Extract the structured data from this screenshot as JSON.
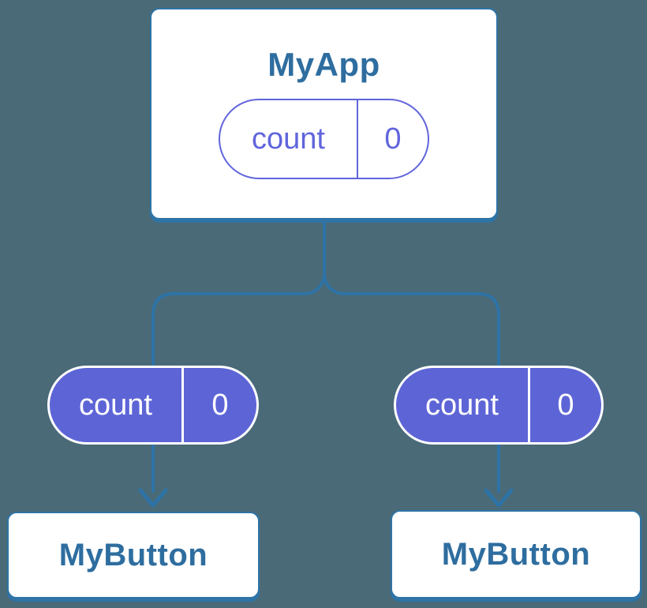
{
  "diagram": {
    "type": "component-tree",
    "colors": {
      "background": "#4a6a78",
      "connector": "#2e73a6",
      "card_border": "#2e74a7",
      "card_bg": "#ffffff",
      "title_text": "#2e6d9f",
      "pill_outline": "#6065dc",
      "pill_fill": "#5d65d6",
      "pill_fill_text": "#ffffff"
    },
    "root": {
      "title": "MyApp",
      "state": {
        "label": "count",
        "value": "0"
      }
    },
    "children": [
      {
        "title": "MyButton",
        "state": {
          "label": "count",
          "value": "0"
        }
      },
      {
        "title": "MyButton",
        "state": {
          "label": "count",
          "value": "0"
        }
      }
    ]
  }
}
